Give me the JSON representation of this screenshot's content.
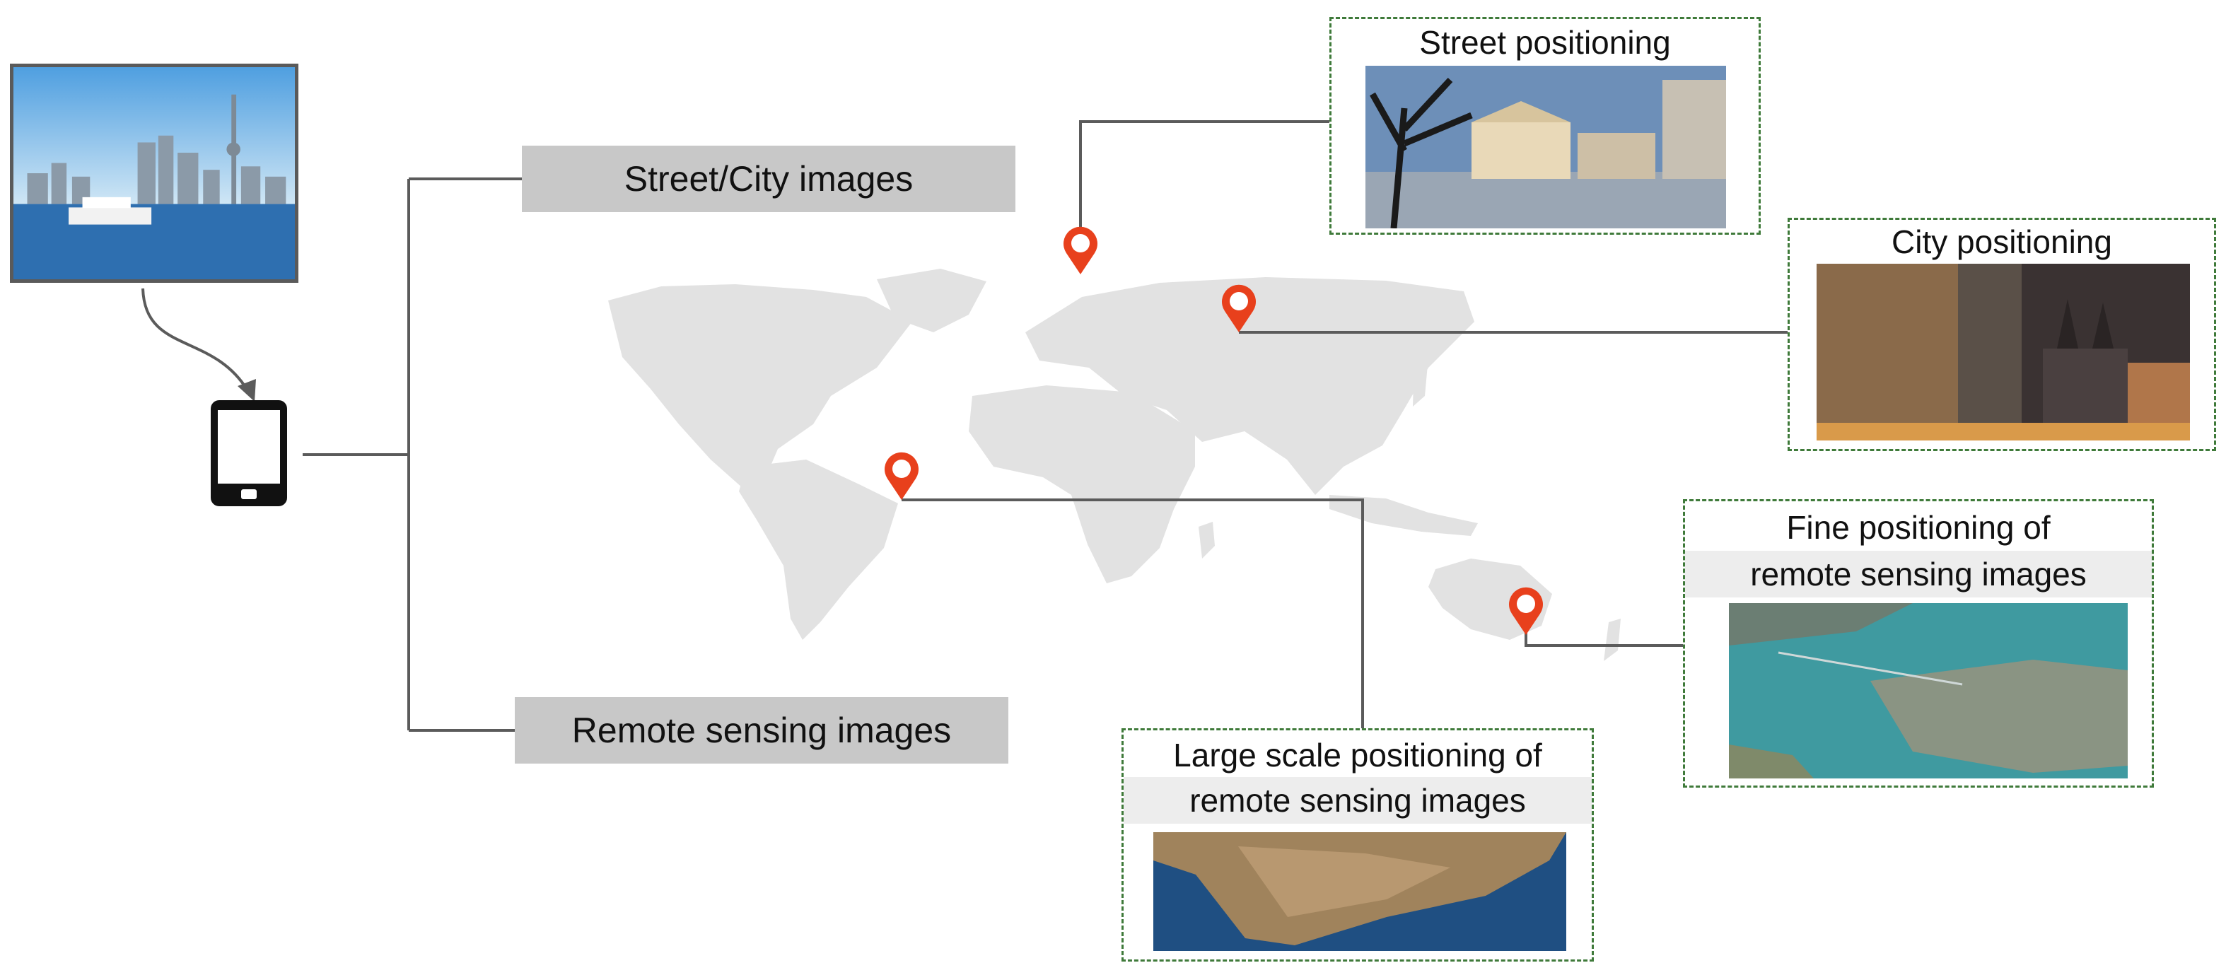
{
  "colors": {
    "connector": "#5b5b5b",
    "label_box": "#c8c8c8",
    "map_fill": "#e2e2e2",
    "pin": "#e8401c",
    "card_border": "#3f7a3a"
  },
  "icons": [
    "phone-icon",
    "map-pin-icon"
  ],
  "inputs": {
    "street_city_label": "Street/City images",
    "remote_sensing_label": "Remote sensing images"
  },
  "outputs": {
    "street": "Street positioning",
    "city": "City positioning",
    "fine": [
      "Fine positioning of",
      "remote sensing images"
    ],
    "large": [
      "Large scale positioning of",
      "remote sensing images"
    ]
  }
}
